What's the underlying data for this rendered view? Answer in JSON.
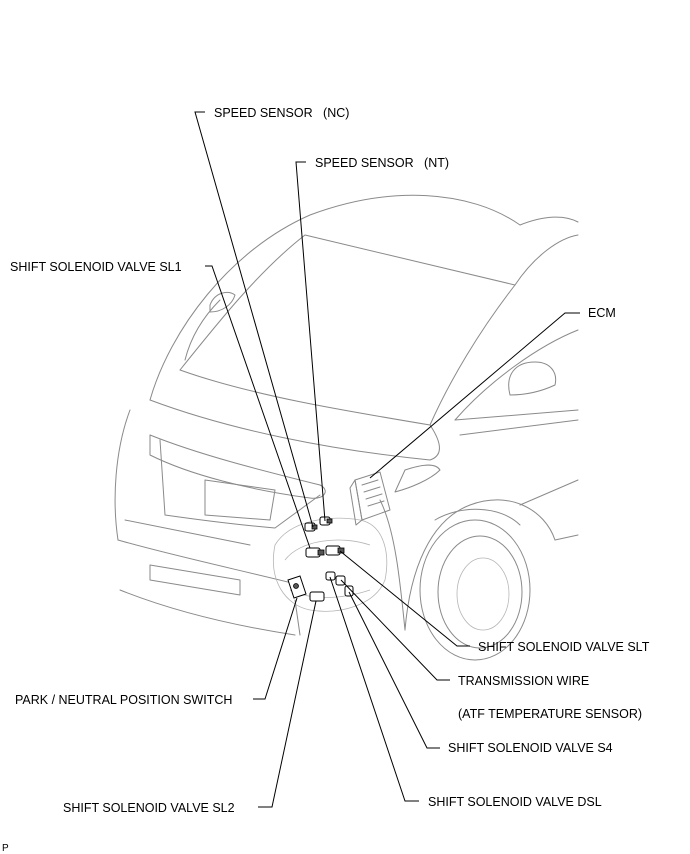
{
  "labels": {
    "speed_sensor_nc": "SPEED SENSOR   (NC)",
    "speed_sensor_nt": "SPEED SENSOR   (NT)",
    "shift_solenoid_sl1": "SHIFT SOLENOID VALVE SL1",
    "ecm": "ECM",
    "shift_solenoid_slt": "SHIFT SOLENOID VALVE SLT",
    "transmission_wire": "TRANSMISSION WIRE",
    "atf_temp_sensor": "(ATF TEMPERATURE SENSOR)",
    "park_neutral_switch": "PARK / NEUTRAL POSITION SWITCH",
    "shift_solenoid_s4": "SHIFT SOLENOID VALVE S4",
    "shift_solenoid_sl2": "SHIFT SOLENOID VALVE SL2",
    "shift_solenoid_dsl": "SHIFT SOLENOID VALVE DSL"
  },
  "corner_mark": "P"
}
